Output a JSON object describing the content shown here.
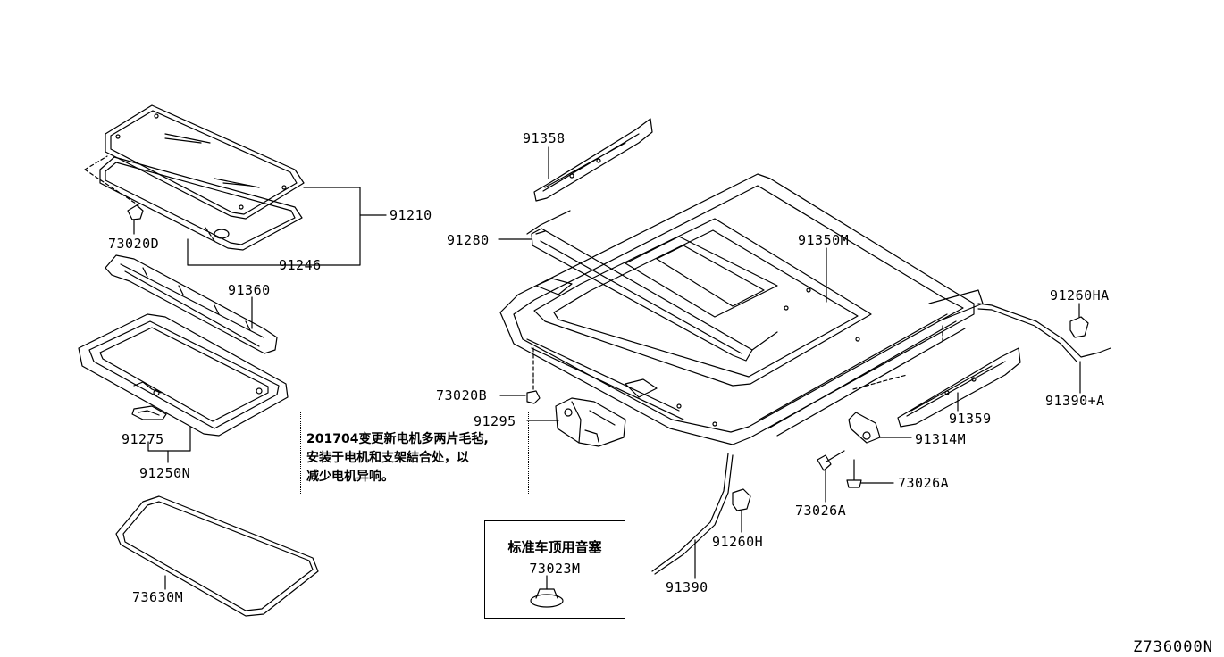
{
  "parts": {
    "p91210": "91210",
    "p91246": "91246",
    "p73020D": "73020D",
    "p91360": "91360",
    "p91275": "91275",
    "p91250N": "91250N",
    "p73630M": "73630M",
    "p91358": "91358",
    "p91280": "91280",
    "p91350M": "91350M",
    "p91260HA": "91260HA",
    "p91390A": "91390+A",
    "p73020B": "73020B",
    "p91295": "91295",
    "p91359": "91359",
    "p91314M": "91314M",
    "p73026A_right": "73026A",
    "p73026A_left": "73026A",
    "p91260H": "91260H",
    "p91390": "91390"
  },
  "note": {
    "line1": "201704变更新电机多两片毛毡,",
    "line2": "安装于电机和支架結合处，以",
    "line3": "减少电机异响。"
  },
  "standard_box": {
    "title": "标准车顶用音塞",
    "part": "73023M"
  },
  "drawing_code": "Z736000N"
}
